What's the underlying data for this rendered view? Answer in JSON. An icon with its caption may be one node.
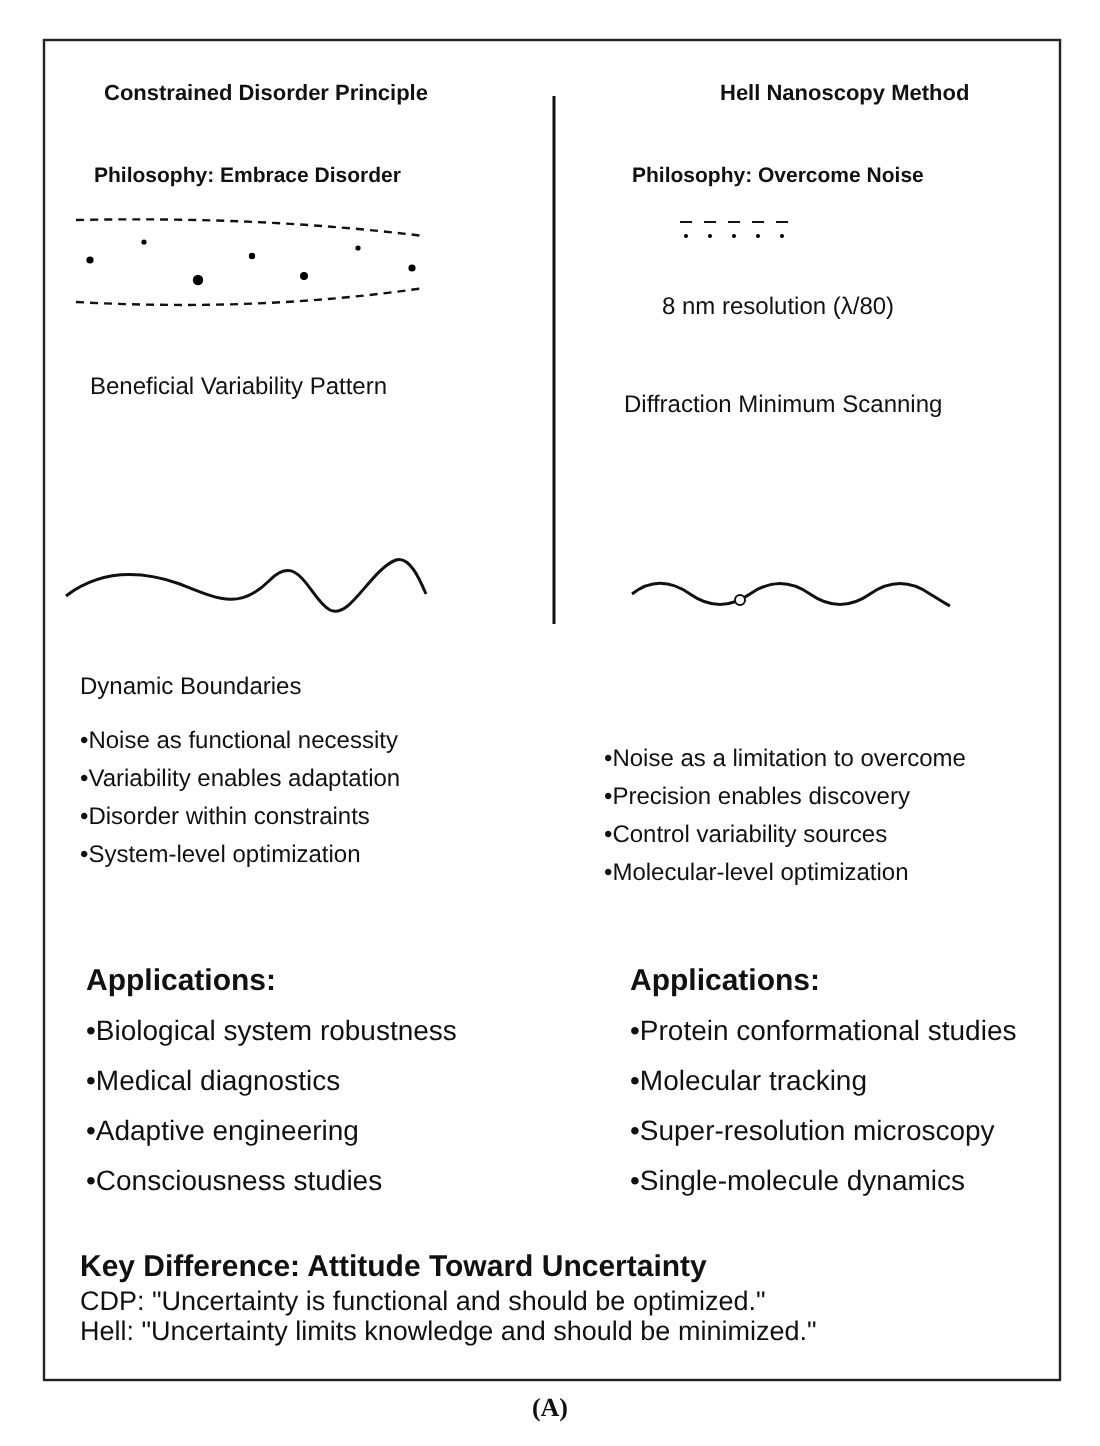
{
  "diagram": {
    "caption": "(A)",
    "labels": [
      "Constrained Disorder Principle",
      "Hell Nanoscopy Method",
      "Philosophy: Embrace Disorder",
      "Philosophy: Overcome Noise",
      "8 nm resolution (λ/80)",
      "Beneficial Variability Pattern",
      "Diffraction Minimum Scanning",
      "Dynamic Boundaries",
      "•Noise as functional necessity",
      "•Noise as a limitation to overcome",
      "•Variability enables adaptation",
      "•Precision enables discovery",
      "•Disorder within constraints",
      "•Control variability sources",
      "•System-level optimization",
      "•Molecular-level optimization",
      "Applications:",
      "Applications:",
      "•Biological system robustness",
      "•Protein conformational studies",
      "•Medical diagnostics",
      "•Molecular tracking",
      "•Adaptive engineering",
      "•Super-resolution microscopy",
      "•Consciousness studies",
      "•Single-molecule dynamics",
      "Key Difference: Attitude Toward Uncertainty",
      "CDP: \"Uncertainty is functional and should be optimized.\"",
      "Hell: \"Uncertainty limits knowledge and should be minimized.\""
    ]
  }
}
